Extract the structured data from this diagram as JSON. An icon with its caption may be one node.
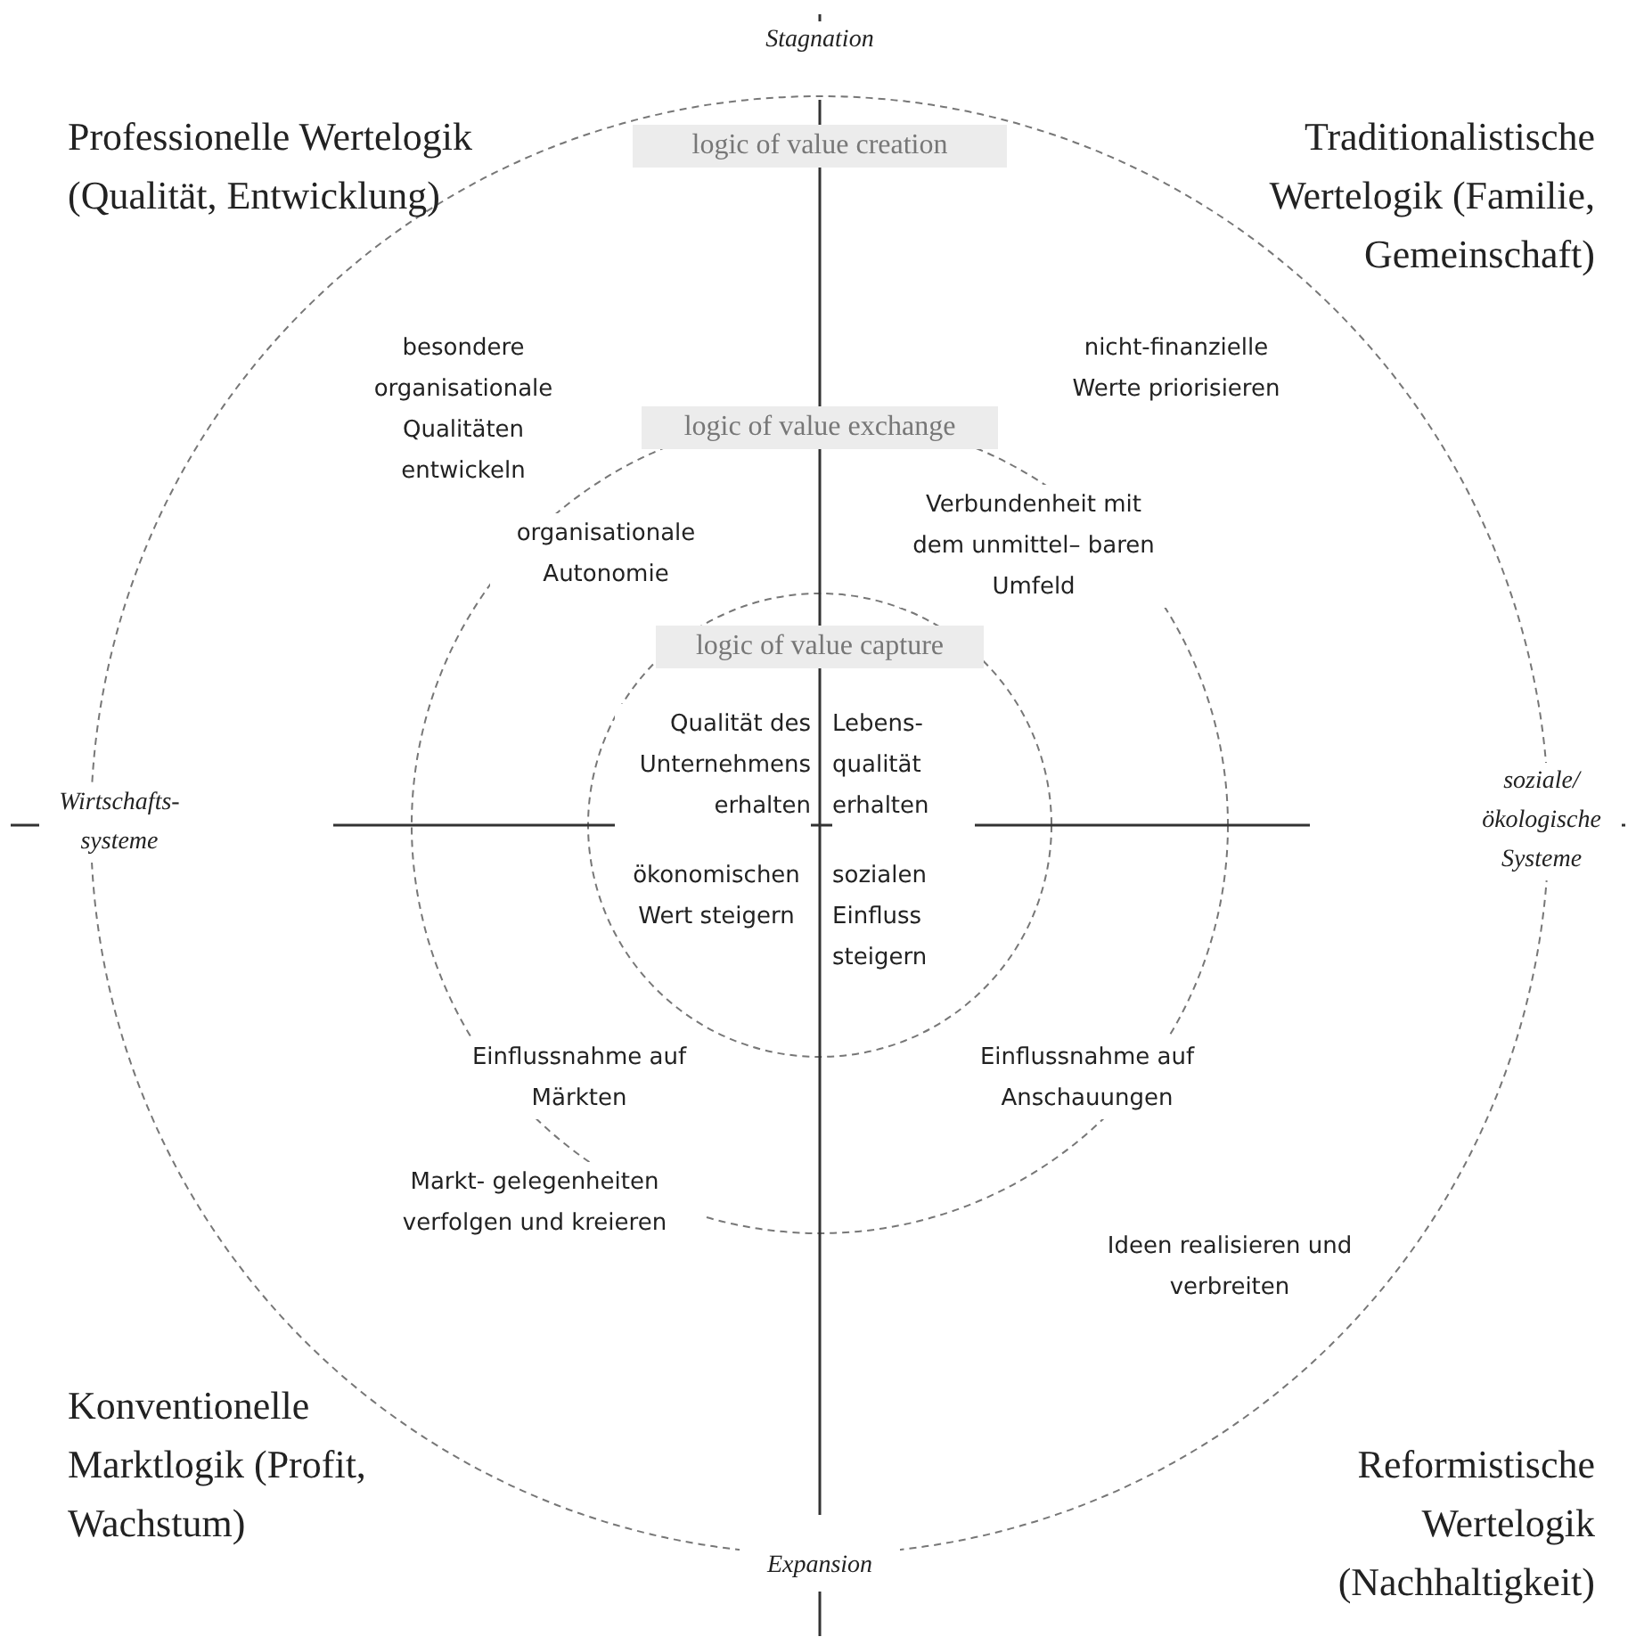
{
  "diagram": {
    "nodes": [
      {
        "text": [
          "logic of value creation"
        ]
      },
      {
        "text": [
          "logic of value exchange"
        ]
      },
      {
        "text": [
          "logic of value capture"
        ]
      }
    ],
    "labels": [
      "Stagnation",
      "Professionelle Wertelogik (Qualität, Entwicklung)",
      "Traditionalistische Wertelogik (Familie, Gemeinschaft)",
      "besondere organisationale Qualitäten entwickeln",
      "nicht-finanzielle Werte priorisieren",
      "organisationale Autonomie",
      "Verbundenheit mit dem unmittel– baren Umfeld",
      "Qualität des Unternehmens erhalten",
      "Lebens- qualität erhalten",
      "Wirtschafts- systeme",
      "soziale/ ökologische Systeme",
      "ökonomischen Wert steigern",
      "sozialen Einfluss steigern",
      "Einflussnahme auf Märkten",
      "Einflussnahme auf Anschauungen",
      "Markt- gelegenheiten verfolgen und kreieren",
      "Ideen realisieren und verbreiten",
      "Konventionelle Marktlogik (Profit, Wachstum)",
      "Reformistische Wertelogik (Nachhaltigkeit)",
      "Expansion"
    ]
  }
}
